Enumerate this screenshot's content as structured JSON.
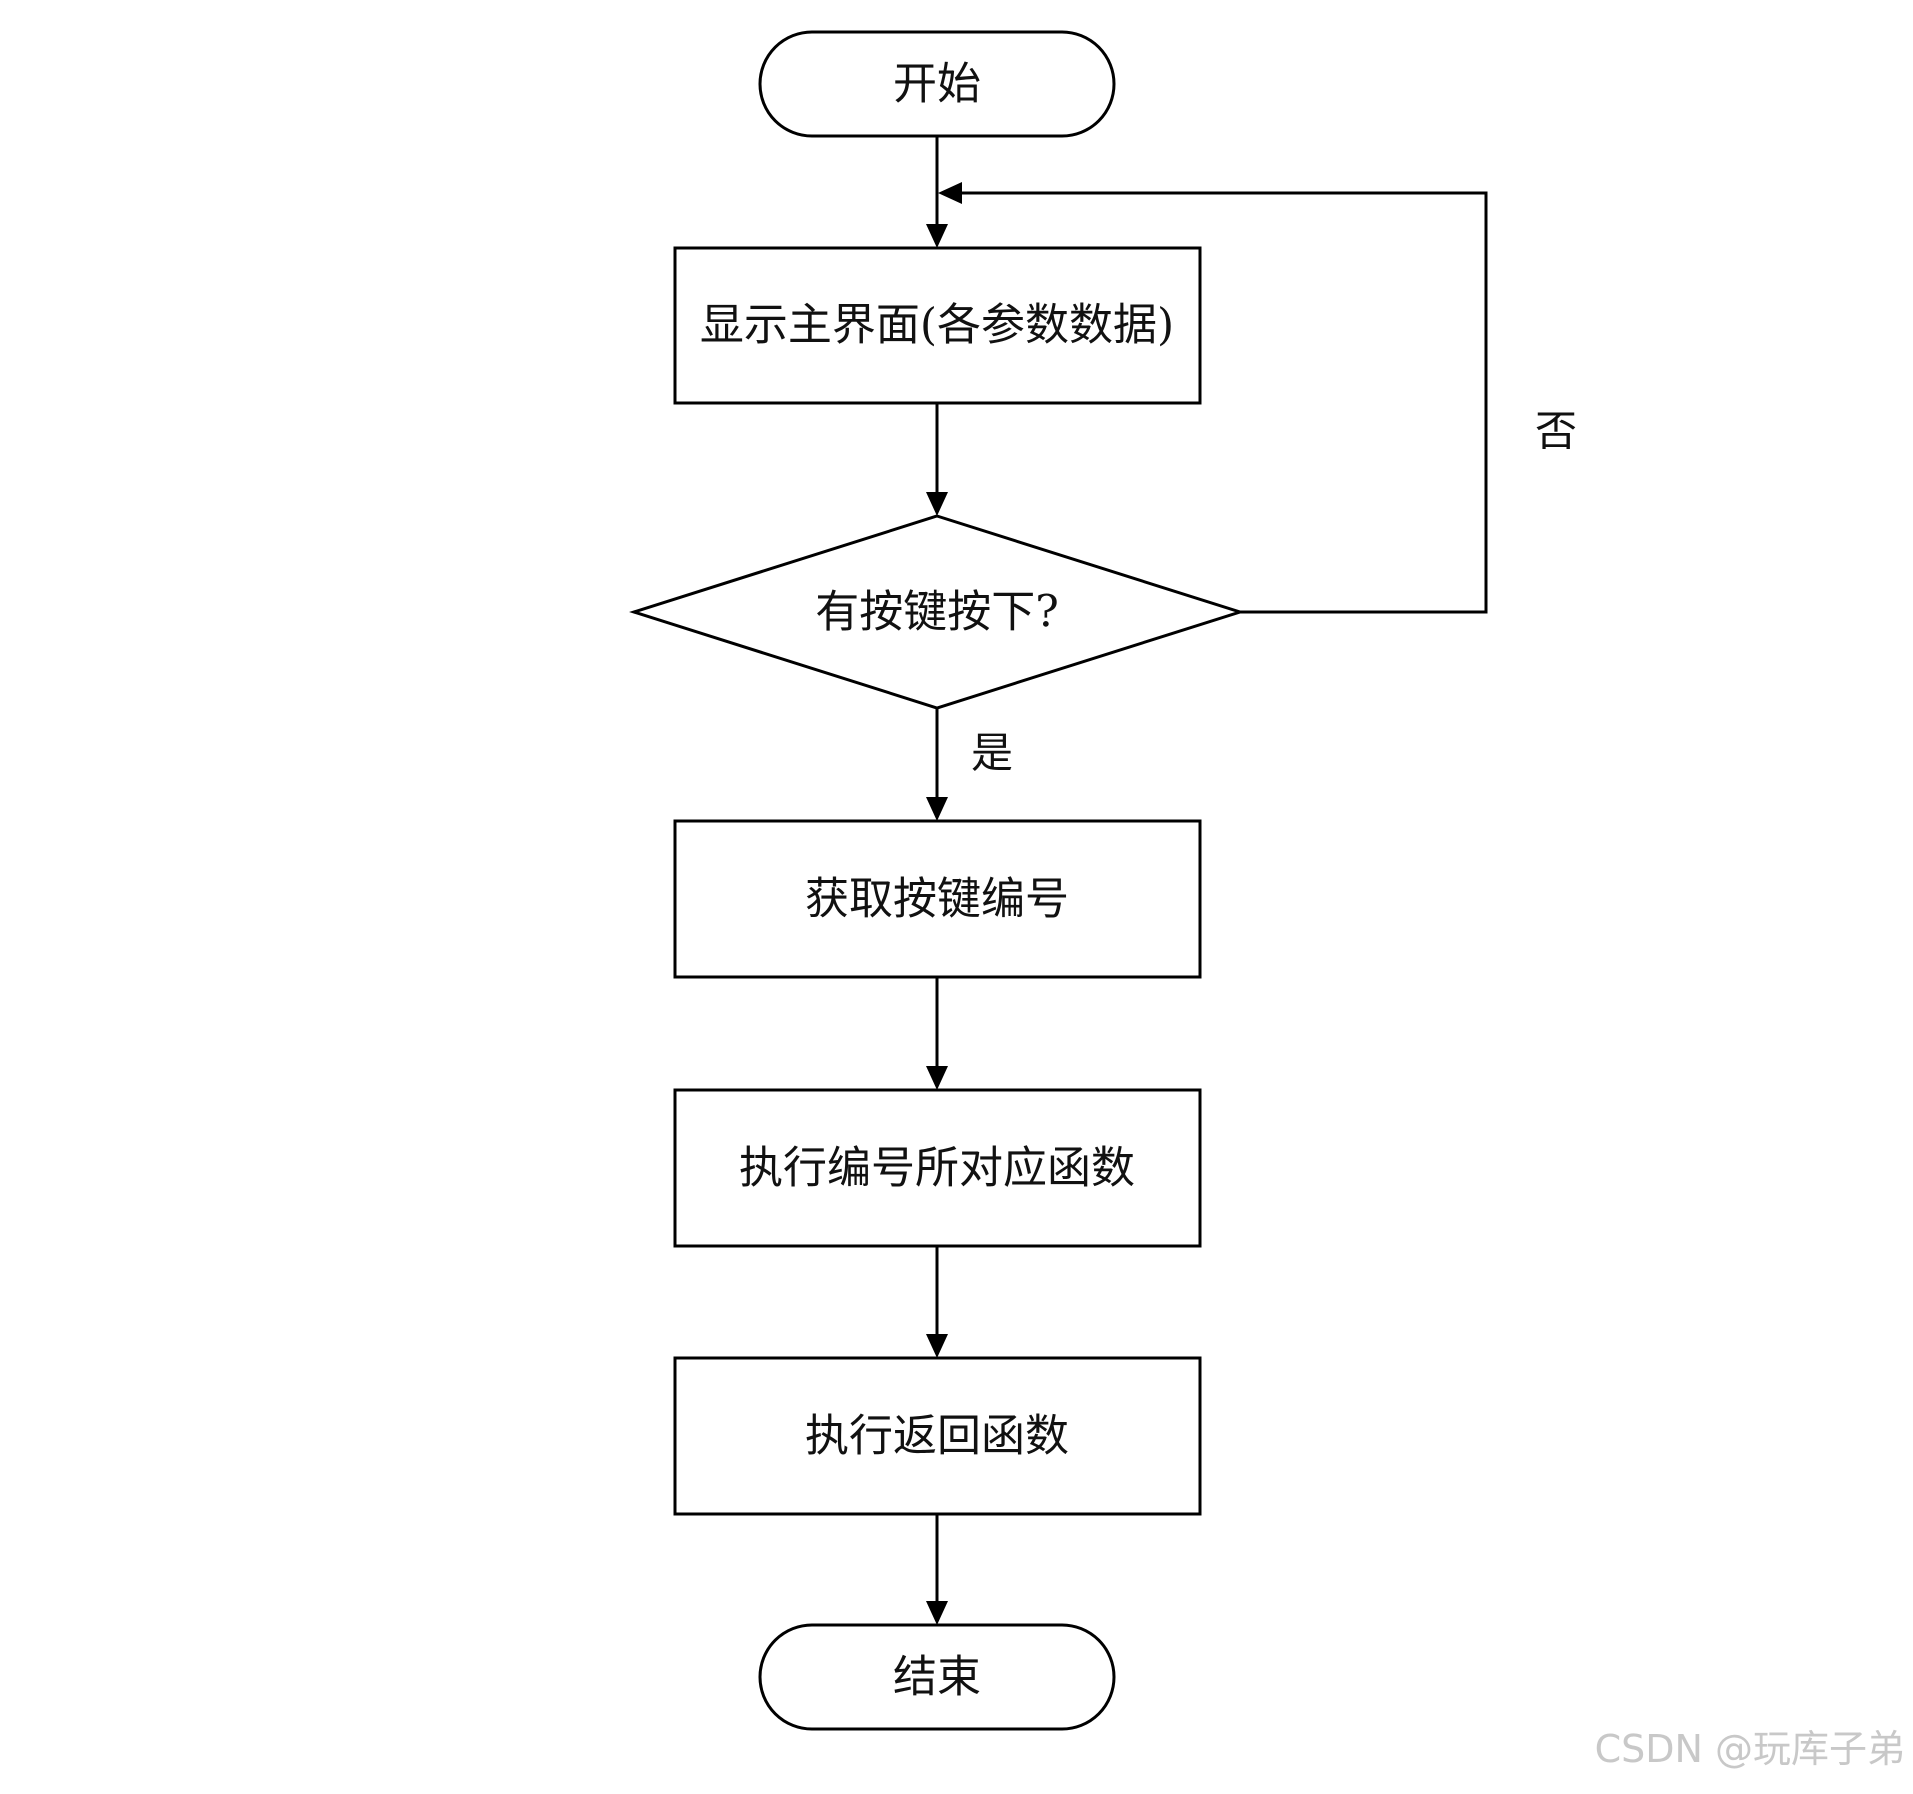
{
  "nodes": {
    "start": {
      "label": "开始"
    },
    "display": {
      "label": "显示主界面(各参数数据)"
    },
    "decision": {
      "label": "有按键按下?"
    },
    "get_key": {
      "label": "获取按键编号"
    },
    "execute": {
      "label": "执行编号所对应函数"
    },
    "return_fn": {
      "label": "执行返回函数"
    },
    "end": {
      "label": "结束"
    }
  },
  "edges": {
    "yes_label": "是",
    "no_label": "否"
  },
  "watermark": "CSDN @玩库子弟"
}
